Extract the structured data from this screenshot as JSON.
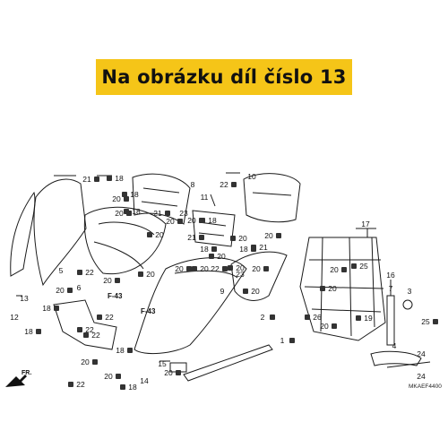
{
  "banner": {
    "text": "Na obrázku díl číslo 13",
    "color": "#f5c518"
  },
  "direction_label": "FR.",
  "catalog_code": "MKAEF4400",
  "ref_codes": [
    "F-43",
    "F-43"
  ],
  "callouts": [
    "21",
    "18",
    "20",
    "18",
    "8",
    "10",
    "22",
    "11",
    "20",
    "18",
    "20",
    "18",
    "21",
    "23",
    "20",
    "20",
    "21",
    "20",
    "18",
    "20",
    "18",
    "20",
    "22",
    "9",
    "20",
    "20",
    "20",
    "21",
    "23",
    "17",
    "5",
    "22",
    "20",
    "6",
    "20",
    "25",
    "20",
    "16",
    "7",
    "20",
    "3",
    "20",
    "13",
    "20",
    "20",
    "12",
    "18",
    "22",
    "2",
    "26",
    "20",
    "19",
    "25",
    "22",
    "18",
    "22",
    "1",
    "4",
    "20",
    "15",
    "20",
    "24",
    "18",
    "22",
    "14",
    "18",
    "20",
    "24"
  ]
}
